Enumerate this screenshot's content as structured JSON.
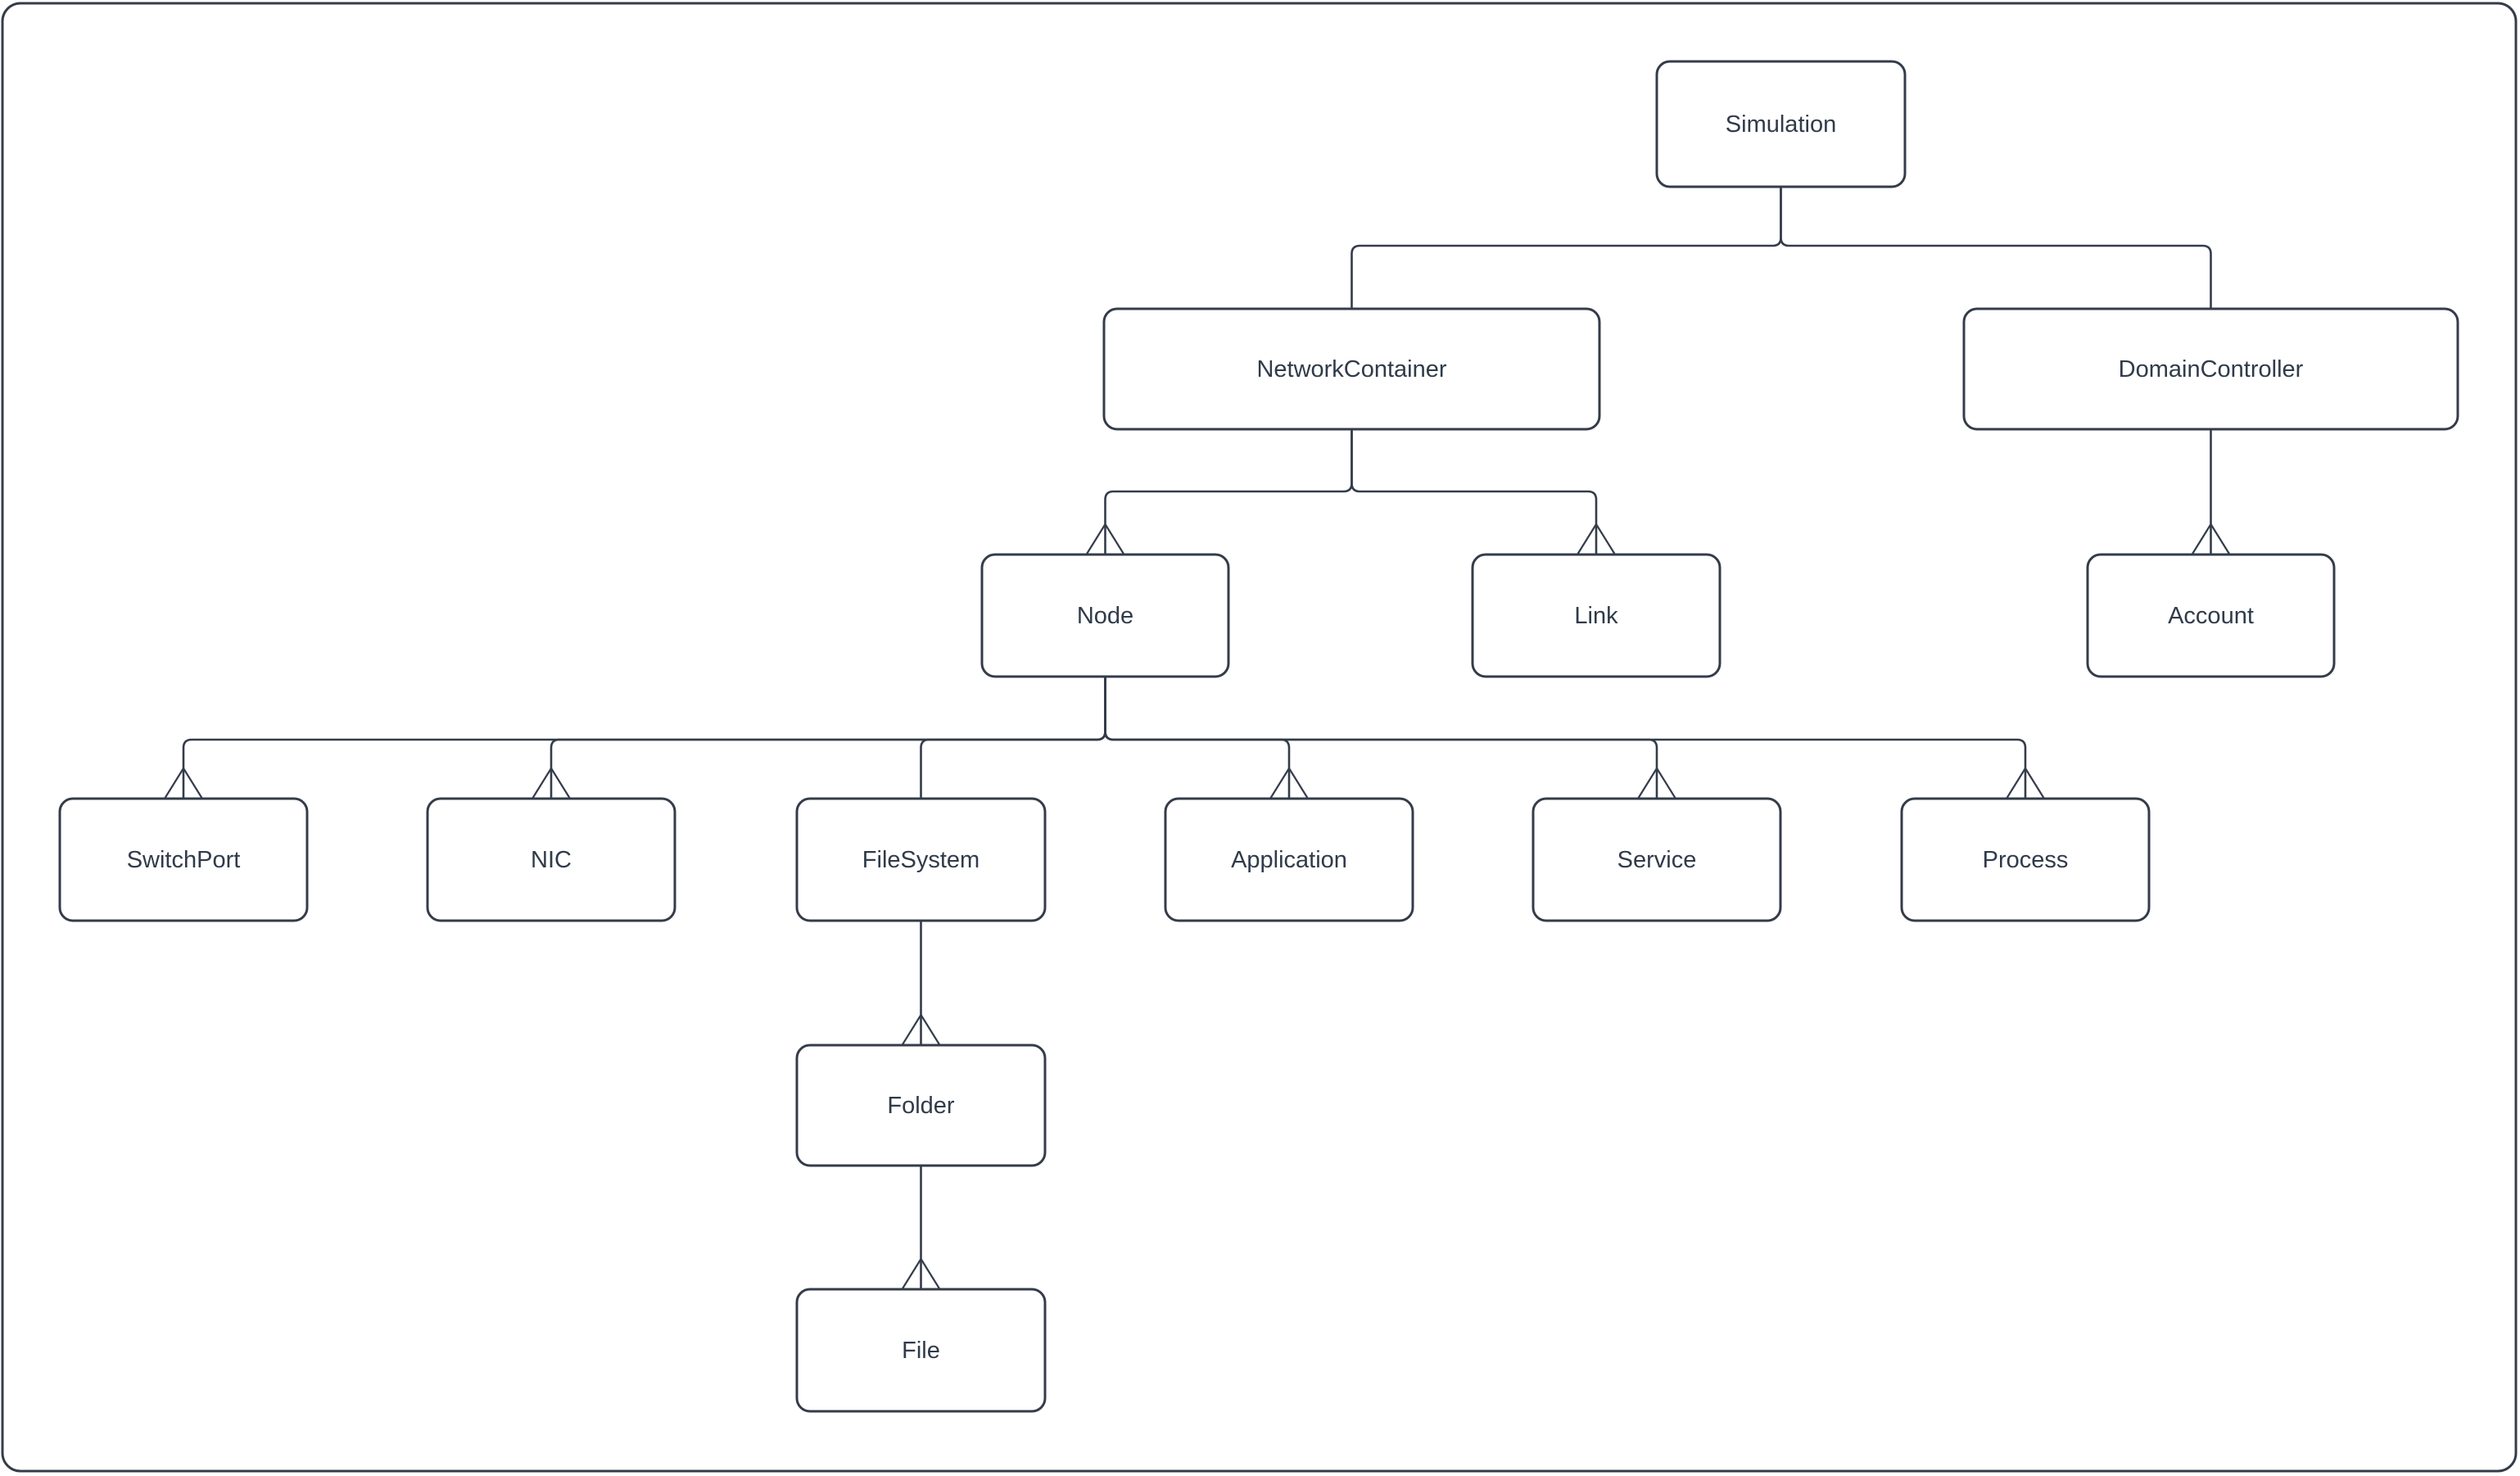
{
  "diagram": {
    "type": "entity-hierarchy-tree",
    "colors": {
      "line": "#343c4a",
      "text": "#303b4a",
      "box_fill": "#ffffff",
      "background": "#ffffff"
    },
    "nodes": [
      {
        "id": "simulation",
        "label": "Simulation"
      },
      {
        "id": "network-container",
        "label": "NetworkContainer"
      },
      {
        "id": "domain-controller",
        "label": "DomainController"
      },
      {
        "id": "node",
        "label": "Node"
      },
      {
        "id": "link",
        "label": "Link"
      },
      {
        "id": "account",
        "label": "Account"
      },
      {
        "id": "switch-port",
        "label": "SwitchPort"
      },
      {
        "id": "nic",
        "label": "NIC"
      },
      {
        "id": "file-system",
        "label": "FileSystem"
      },
      {
        "id": "application",
        "label": "Application"
      },
      {
        "id": "service",
        "label": "Service"
      },
      {
        "id": "process",
        "label": "Process"
      },
      {
        "id": "folder",
        "label": "Folder"
      },
      {
        "id": "file",
        "label": "File"
      }
    ],
    "edges": [
      {
        "from": "Simulation",
        "to": "NetworkContainer",
        "cardinality": "one"
      },
      {
        "from": "Simulation",
        "to": "DomainController",
        "cardinality": "one"
      },
      {
        "from": "NetworkContainer",
        "to": "Node",
        "cardinality": "many"
      },
      {
        "from": "NetworkContainer",
        "to": "Link",
        "cardinality": "many"
      },
      {
        "from": "DomainController",
        "to": "Account",
        "cardinality": "many"
      },
      {
        "from": "Node",
        "to": "SwitchPort",
        "cardinality": "many"
      },
      {
        "from": "Node",
        "to": "NIC",
        "cardinality": "many"
      },
      {
        "from": "Node",
        "to": "FileSystem",
        "cardinality": "one"
      },
      {
        "from": "Node",
        "to": "Application",
        "cardinality": "many"
      },
      {
        "from": "Node",
        "to": "Service",
        "cardinality": "many"
      },
      {
        "from": "Node",
        "to": "Process",
        "cardinality": "many"
      },
      {
        "from": "FileSystem",
        "to": "Folder",
        "cardinality": "many"
      },
      {
        "from": "Folder",
        "to": "File",
        "cardinality": "many"
      }
    ]
  }
}
